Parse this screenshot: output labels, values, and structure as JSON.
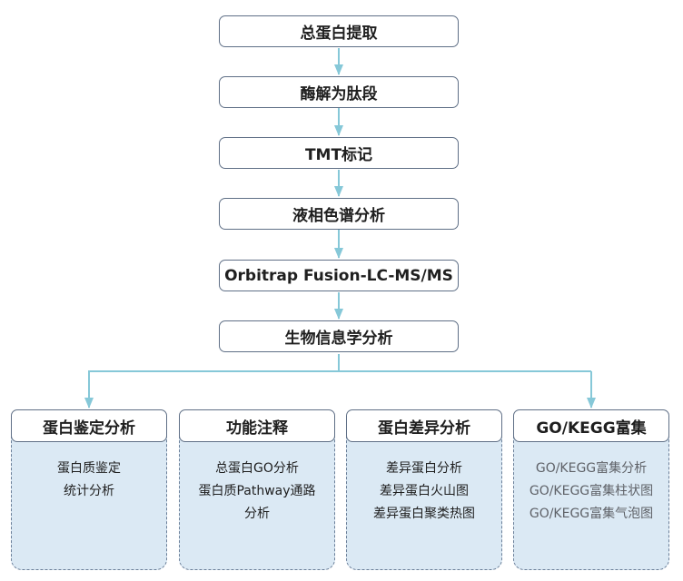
{
  "steps": [
    "总蛋白提取",
    "酶解为肽段",
    "TMT标记",
    "液相色谱分析",
    "Orbitrap Fusion-LC-MS/MS",
    "生物信息学分析"
  ],
  "cards": [
    {
      "title": "蛋白鉴定分析",
      "lines": [
        "蛋白质鉴定",
        "统计分析"
      ]
    },
    {
      "title": "功能注释",
      "lines": [
        "总蛋白GO分析",
        "蛋白质Pathway通路",
        "分析"
      ]
    },
    {
      "title": "蛋白差异分析",
      "lines": [
        "差异蛋白分析",
        "差异蛋白火山图",
        "差异蛋白聚类热图"
      ]
    },
    {
      "title": "GO/KEGG富集",
      "lines": [
        "GO/KEGG富集分析",
        "GO/KEGG富集柱状图",
        "GO/KEGG富集气泡图"
      ]
    }
  ],
  "colors": {
    "connector": "#86c8d8",
    "box_border": "#5f6f86",
    "card_fill": "#dbe9f4"
  }
}
